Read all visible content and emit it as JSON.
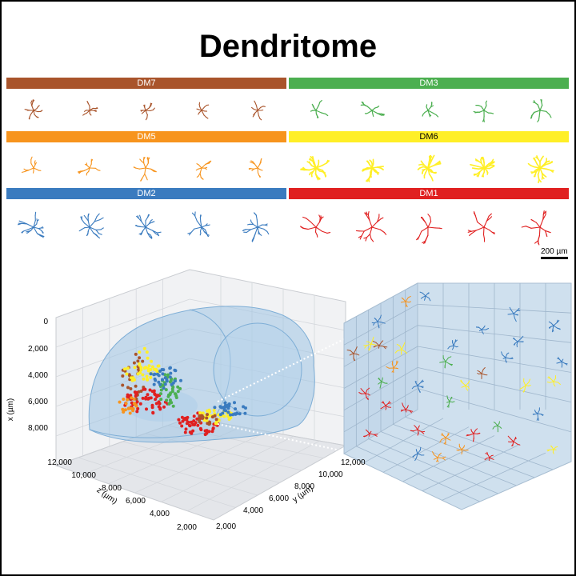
{
  "title": "Dendritome",
  "groups": [
    {
      "label": "DM7",
      "color": "#a9542b",
      "text_color": "#ffffff"
    },
    {
      "label": "DM3",
      "color": "#4caf50",
      "text_color": "#ffffff"
    },
    {
      "label": "DM5",
      "color": "#f7941d",
      "text_color": "#ffffff"
    },
    {
      "label": "DM6",
      "color": "#ffef27",
      "text_color": "#000000"
    },
    {
      "label": "DM2",
      "color": "#3a7bbf",
      "text_color": "#ffffff"
    },
    {
      "label": "DM1",
      "color": "#e02020",
      "text_color": "#ffffff"
    }
  ],
  "scale_bar": {
    "label": "200 µm"
  },
  "plot3d": {
    "x_axis_label": "x (µm)",
    "x_ticks": [
      "0",
      "2,000",
      "4,000",
      "6,000",
      "8,000"
    ],
    "z_axis_label": "z (µm)",
    "z_ticks": [
      "12,000",
      "10,000",
      "8,000",
      "6,000",
      "4,000",
      "2,000"
    ],
    "y_axis_label": "y (µm)",
    "y_ticks": [
      "12,000",
      "10,000",
      "8,000",
      "6,000",
      "4,000",
      "2,000"
    ]
  }
}
